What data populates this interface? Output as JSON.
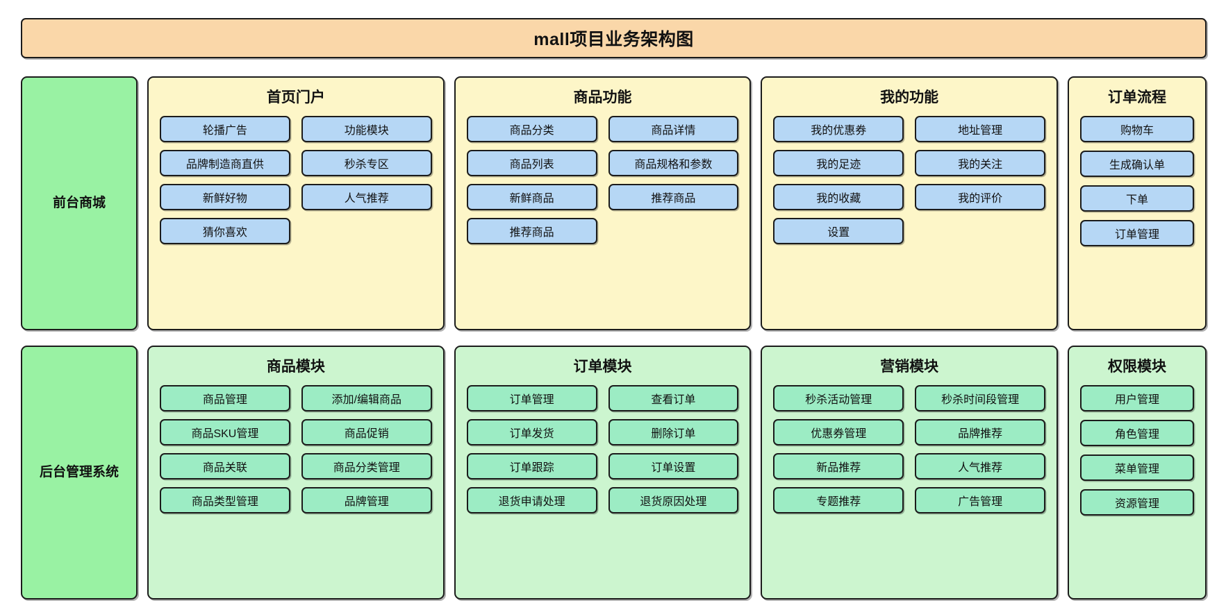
{
  "title": "mall项目业务架构图",
  "colors": {
    "title_bg": "#fad7a9",
    "tier_bg": "#99f2a3",
    "front_group_bg": "#fdf6c8",
    "front_node_bg": "#b6d7f5",
    "admin_group_bg": "#ccf5cf",
    "admin_node_bg": "#9cecc4",
    "border": "#1b1b1b"
  },
  "tiers": [
    {
      "label": "前台商城",
      "groups": [
        {
          "title": "首页门户",
          "layout": "two-column",
          "items": [
            "轮播广告",
            "功能模块",
            "品牌制造商直供",
            "秒杀专区",
            "新鲜好物",
            "人气推荐",
            "猜你喜欢"
          ]
        },
        {
          "title": "商品功能",
          "layout": "two-column",
          "items": [
            "商品分类",
            "商品详情",
            "商品列表",
            "商品规格和参数",
            "新鲜商品",
            "推荐商品",
            "推荐商品"
          ]
        },
        {
          "title": "我的功能",
          "layout": "two-column",
          "items": [
            "我的优惠券",
            "地址管理",
            "我的足迹",
            "我的关注",
            "我的收藏",
            "我的评价",
            "设置"
          ]
        },
        {
          "title": "订单流程",
          "layout": "single-column",
          "items": [
            "购物车",
            "生成确认单",
            "下单",
            "订单管理"
          ]
        }
      ]
    },
    {
      "label": "后台管理系统",
      "groups": [
        {
          "title": "商品模块",
          "layout": "two-column",
          "items": [
            "商品管理",
            "添加/编辑商品",
            "商品SKU管理",
            "商品促销",
            "商品关联",
            "商品分类管理",
            "商品类型管理",
            "品牌管理"
          ]
        },
        {
          "title": "订单模块",
          "layout": "two-column",
          "items": [
            "订单管理",
            "查看订单",
            "订单发货",
            "删除订单",
            "订单跟踪",
            "订单设置",
            "退货申请处理",
            "退货原因处理"
          ]
        },
        {
          "title": "营销模块",
          "layout": "two-column",
          "items": [
            "秒杀活动管理",
            "秒杀时间段管理",
            "优惠券管理",
            "品牌推荐",
            "新品推荐",
            "人气推荐",
            "专题推荐",
            "广告管理"
          ]
        },
        {
          "title": "权限模块",
          "layout": "single-column",
          "items": [
            "用户管理",
            "角色管理",
            "菜单管理",
            "资源管理"
          ]
        }
      ]
    }
  ]
}
